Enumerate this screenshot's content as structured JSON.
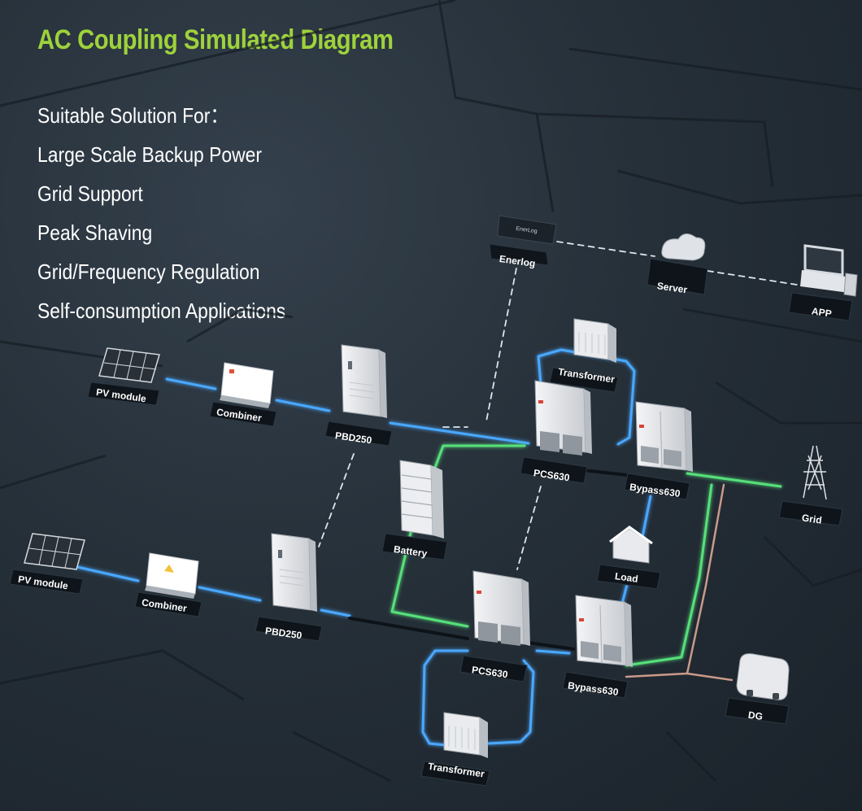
{
  "title": "AC Coupling Simulated Diagram",
  "intro": "Suitable Solution For：",
  "applications": [
    "Large Scale Backup Power",
    "Grid Support",
    "Peak Shaving",
    "Grid/Frequency Regulation",
    "Self-consumption Applications"
  ],
  "nodes": {
    "pv1": "PV module",
    "combiner1": "Combiner",
    "pbd1": "PBD250",
    "pv2": "PV module",
    "combiner2": "Combiner",
    "pbd2": "PBD250",
    "enerlog": "Enerlog",
    "enerlog_screen": "EnerLog",
    "server": "Server",
    "app": "APP",
    "transformer1": "Transformer",
    "pcs1": "PCS630",
    "bypass1": "Bypass630",
    "battery": "Battery",
    "grid": "Grid",
    "load": "Load",
    "pcs2": "PCS630",
    "bypass2": "Bypass630",
    "dg": "DG",
    "transformer2": "Transformer"
  },
  "colors": {
    "title": "#9ed23b",
    "dc_line": "#4aa8ff",
    "ac_line": "#56e07a",
    "dg_line": "#c99a8a",
    "comm_line": "#dce6f0"
  }
}
